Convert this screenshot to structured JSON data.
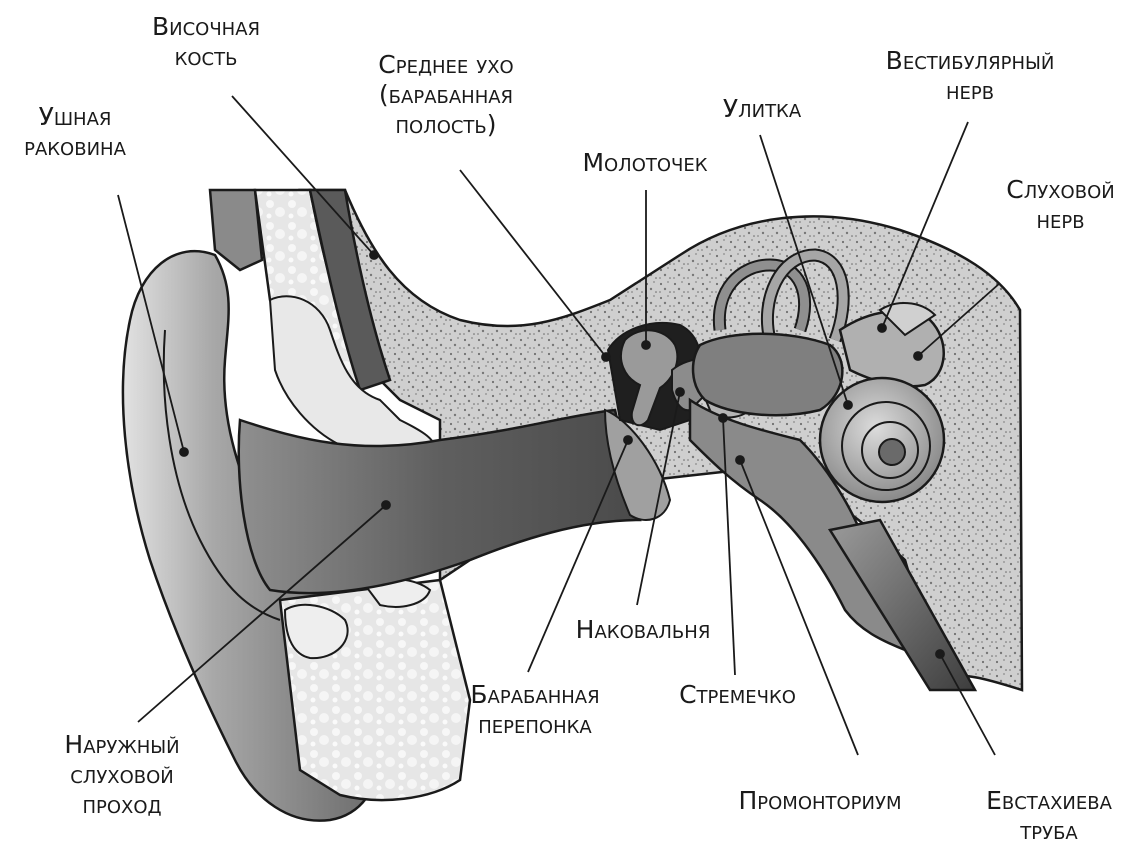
{
  "labels": {
    "ear_pinna": "Ушная\nраковина",
    "temporal_bone": "Височная\nкость",
    "middle_ear": "Среднее ухо\n(барабанная\nполость)",
    "hammer": "Молоточек",
    "cochlea": "Улитка",
    "vestibular_nerve": "Вестибулярный\nнерв",
    "auditory_nerve": "Слуховой\nнерв",
    "incus": "Наковальня",
    "eardrum": "Барабанная\nперепонка",
    "stapes": "Стремечко",
    "ear_canal": "Наружный\nслуховой\nпроход",
    "promontory": "Промонториум",
    "eustachian_tube": "Евстахиева\nтруба"
  },
  "colors": {
    "bone": "#c9c9c9",
    "bone_speckle": "#7a7a7a",
    "ear_skin": "#9a9a9a",
    "canal_dark": "#555555",
    "ossicle": "#8c8c8c",
    "cartilage": "#e4e4e4",
    "outline": "#1a1a1a"
  }
}
